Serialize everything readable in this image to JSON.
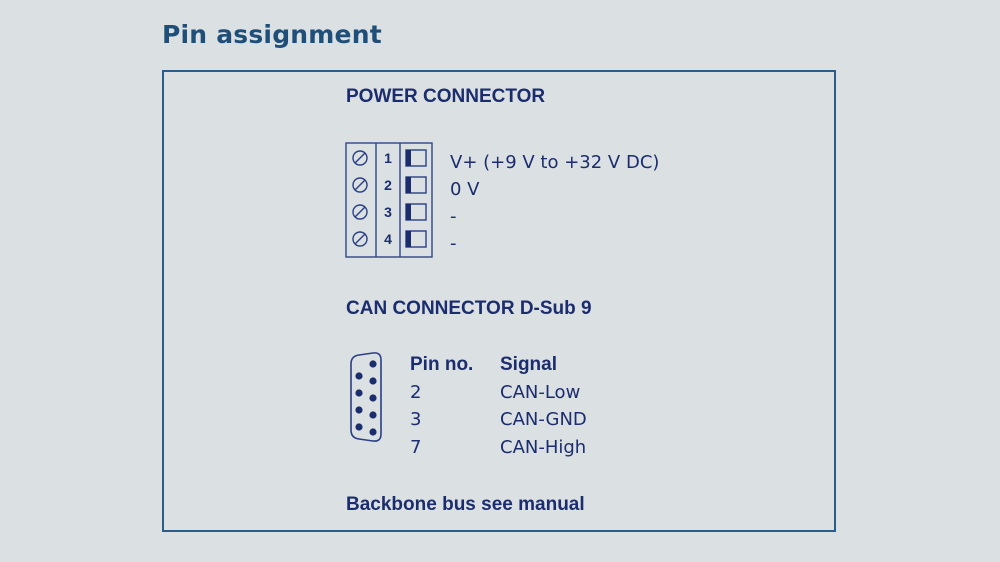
{
  "page": {
    "title": "Pin assignment"
  },
  "power_connector": {
    "heading": "POWER CONNECTOR",
    "terminals": [
      {
        "pin": "1",
        "label": "V+ (+9 V to +32 V DC)"
      },
      {
        "pin": "2",
        "label": "0 V"
      },
      {
        "pin": "3",
        "label": "-"
      },
      {
        "pin": "4",
        "label": "-"
      }
    ]
  },
  "can_connector": {
    "heading": "CAN CONNECTOR D-Sub 9",
    "table": {
      "headers": [
        "Pin no.",
        "Signal"
      ],
      "rows": [
        [
          "2",
          "CAN-Low"
        ],
        [
          "3",
          "CAN-GND"
        ],
        [
          "7",
          "CAN-High"
        ]
      ]
    }
  },
  "footer_note": "Backbone bus see manual",
  "colors": {
    "background": "#dbe0e3",
    "title": "#1f4f79",
    "frame_border": "#2b5d8a",
    "text": "#1c2d6e"
  }
}
